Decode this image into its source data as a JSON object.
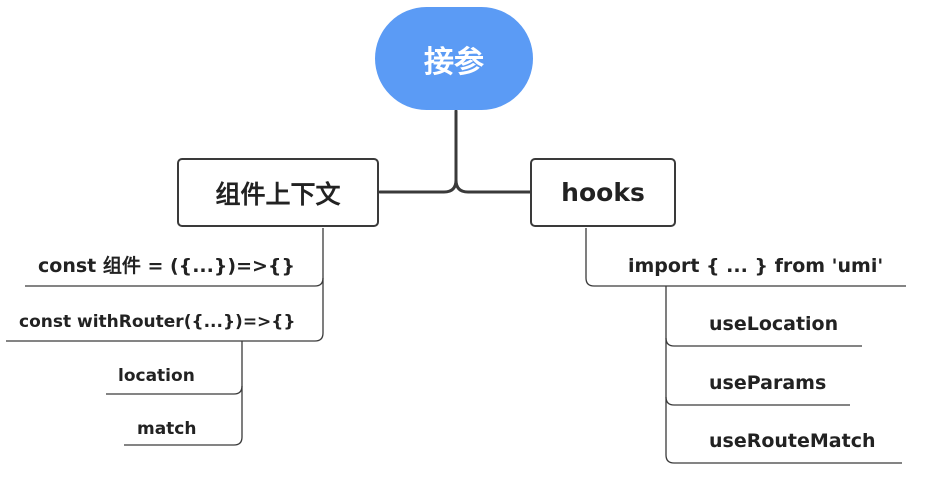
{
  "colors": {
    "root_fill": "#5b9bf5",
    "line": "#3a3a3a",
    "text": "#222222"
  },
  "root": {
    "label": "接参"
  },
  "branches": {
    "left": {
      "label": "组件上下文",
      "items": [
        "const 组件 = ({...})=>{}",
        "const withRouter({...})=>{}"
      ],
      "sub_items": [
        "location",
        "match"
      ]
    },
    "right": {
      "label": "hooks",
      "items": [
        "import { ... } from 'umi'"
      ],
      "sub_items": [
        "useLocation",
        "useParams",
        "useRouteMatch"
      ]
    }
  }
}
